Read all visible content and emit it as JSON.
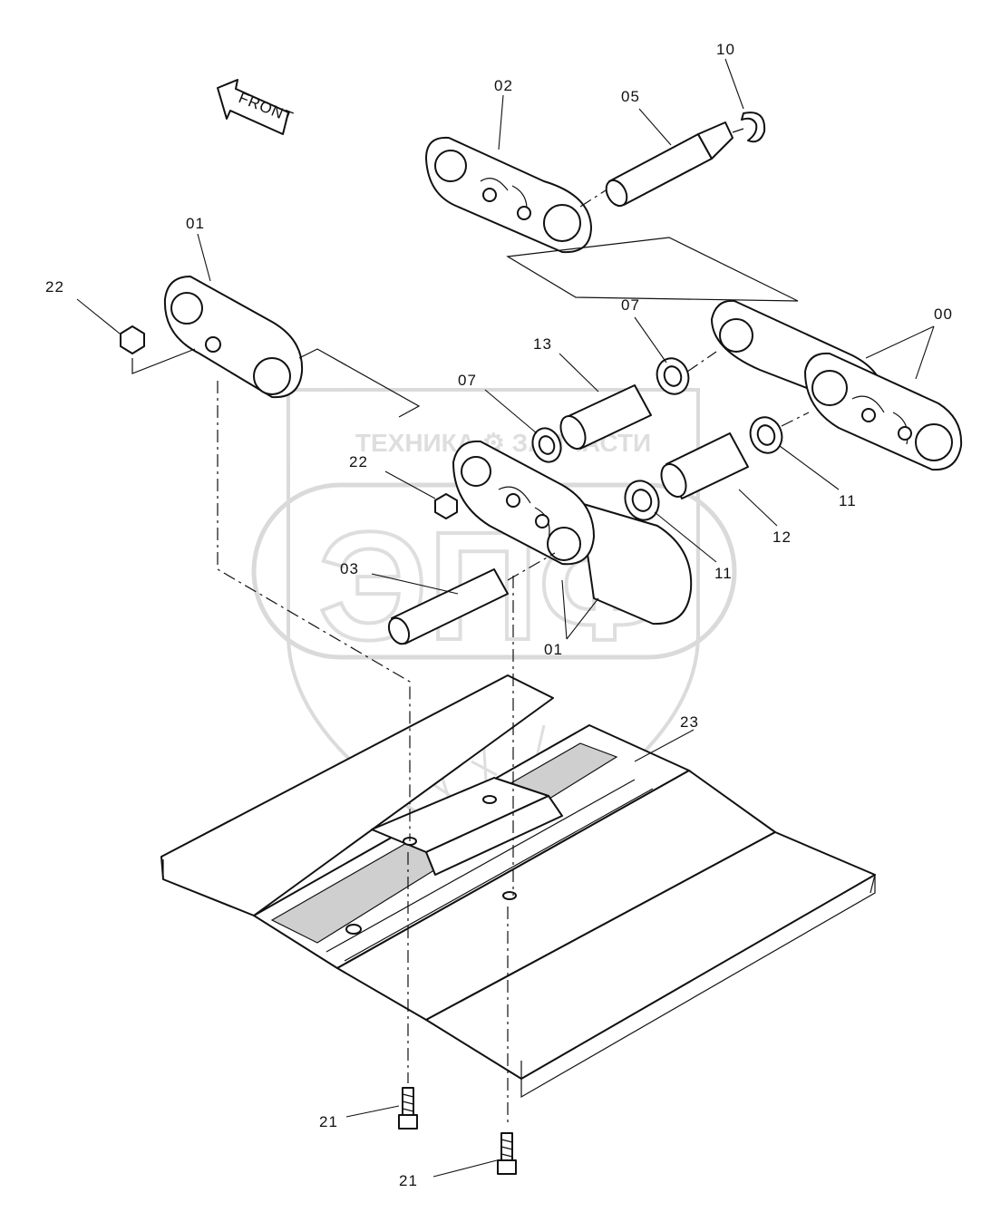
{
  "diagram": {
    "direction_label": "FRONT",
    "watermark": {
      "top_text": "ТЕХНИКА ⚙ ЗАПЧАСТИ",
      "big_letters": "ЭПФ",
      "color": "#d9d9d9"
    },
    "colors": {
      "line": "#111111",
      "background": "#ffffff"
    },
    "callouts": [
      {
        "id": "c-10",
        "label": "10"
      },
      {
        "id": "c-02",
        "label": "02"
      },
      {
        "id": "c-05",
        "label": "05"
      },
      {
        "id": "c-01-top",
        "label": "01"
      },
      {
        "id": "c-22-top",
        "label": "22"
      },
      {
        "id": "c-07-right",
        "label": "07"
      },
      {
        "id": "c-00",
        "label": "00"
      },
      {
        "id": "c-13",
        "label": "13"
      },
      {
        "id": "c-07-left",
        "label": "07"
      },
      {
        "id": "c-22-mid",
        "label": "22"
      },
      {
        "id": "c-11-right",
        "label": "11"
      },
      {
        "id": "c-12",
        "label": "12"
      },
      {
        "id": "c-11-mid",
        "label": "11"
      },
      {
        "id": "c-03",
        "label": "03"
      },
      {
        "id": "c-01-bottom",
        "label": "01"
      },
      {
        "id": "c-23",
        "label": "23"
      },
      {
        "id": "c-21-top",
        "label": "21"
      },
      {
        "id": "c-21-bottom",
        "label": "21"
      }
    ]
  }
}
